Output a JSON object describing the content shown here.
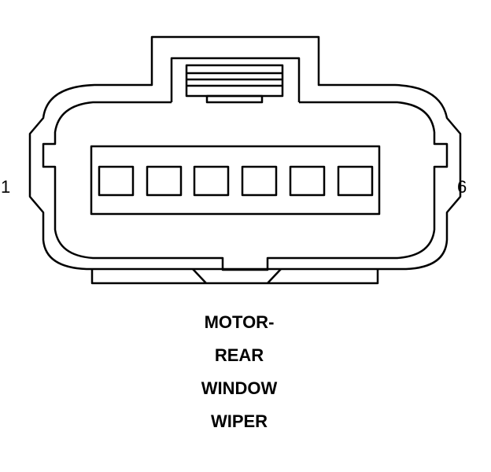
{
  "connector": {
    "pin_count": 6,
    "pin_first_label": "1",
    "pin_last_label": "6"
  },
  "caption": {
    "line1": "MOTOR-",
    "line2": "REAR",
    "line3": "WINDOW",
    "line4": "WIPER"
  },
  "colors": {
    "stroke": "#000000",
    "background": "#ffffff"
  }
}
